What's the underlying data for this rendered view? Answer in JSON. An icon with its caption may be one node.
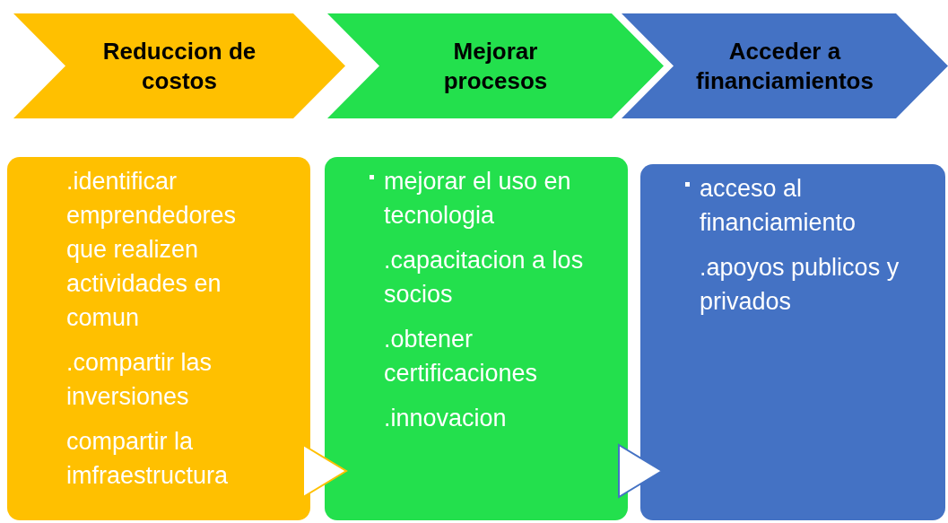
{
  "diagram": {
    "nodes": [
      {
        "text": [
          "Reduccion de costos"
        ]
      },
      {
        "text": [
          "Mejorar procesos"
        ]
      },
      {
        "text": [
          "Acceder a financiamientos"
        ]
      },
      {
        "text": [
          ".identificar emprendedores que realizen actividades en comun",
          ".compartir las inversiones",
          "compartir la imfraestructura"
        ]
      },
      {
        "text": [
          "mejorar el uso en tecnologia",
          ".capacitacion a los socios",
          ".obtener certificaciones",
          ".innovacion"
        ]
      },
      {
        "text": [
          "acceso al financiamiento",
          ".apoyos publicos y privados"
        ]
      }
    ],
    "edges": [
      {
        "from": 3,
        "to": 4,
        "arrow": "to",
        "color": "#ffc000"
      },
      {
        "from": 4,
        "to": 5,
        "arrow": "to",
        "color": "#4472c4"
      }
    ]
  }
}
